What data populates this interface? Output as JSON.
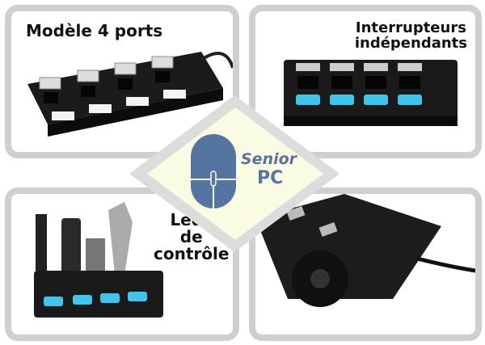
{
  "panels": [
    {
      "caption": "Modèle 4 ports"
    },
    {
      "caption_line1": "Interrupteurs",
      "caption_line2": "indépendants"
    },
    {
      "caption_line1": "Leds",
      "caption_line2": "de",
      "caption_line3": "contrôle"
    },
    {}
  ],
  "logo": {
    "line1": "Senior",
    "line2": "PC"
  },
  "colors": {
    "led": "#3fc6ee",
    "logo": "#5674a0",
    "diamond": "#fbfbe3",
    "frame": "#cfcfcf"
  }
}
